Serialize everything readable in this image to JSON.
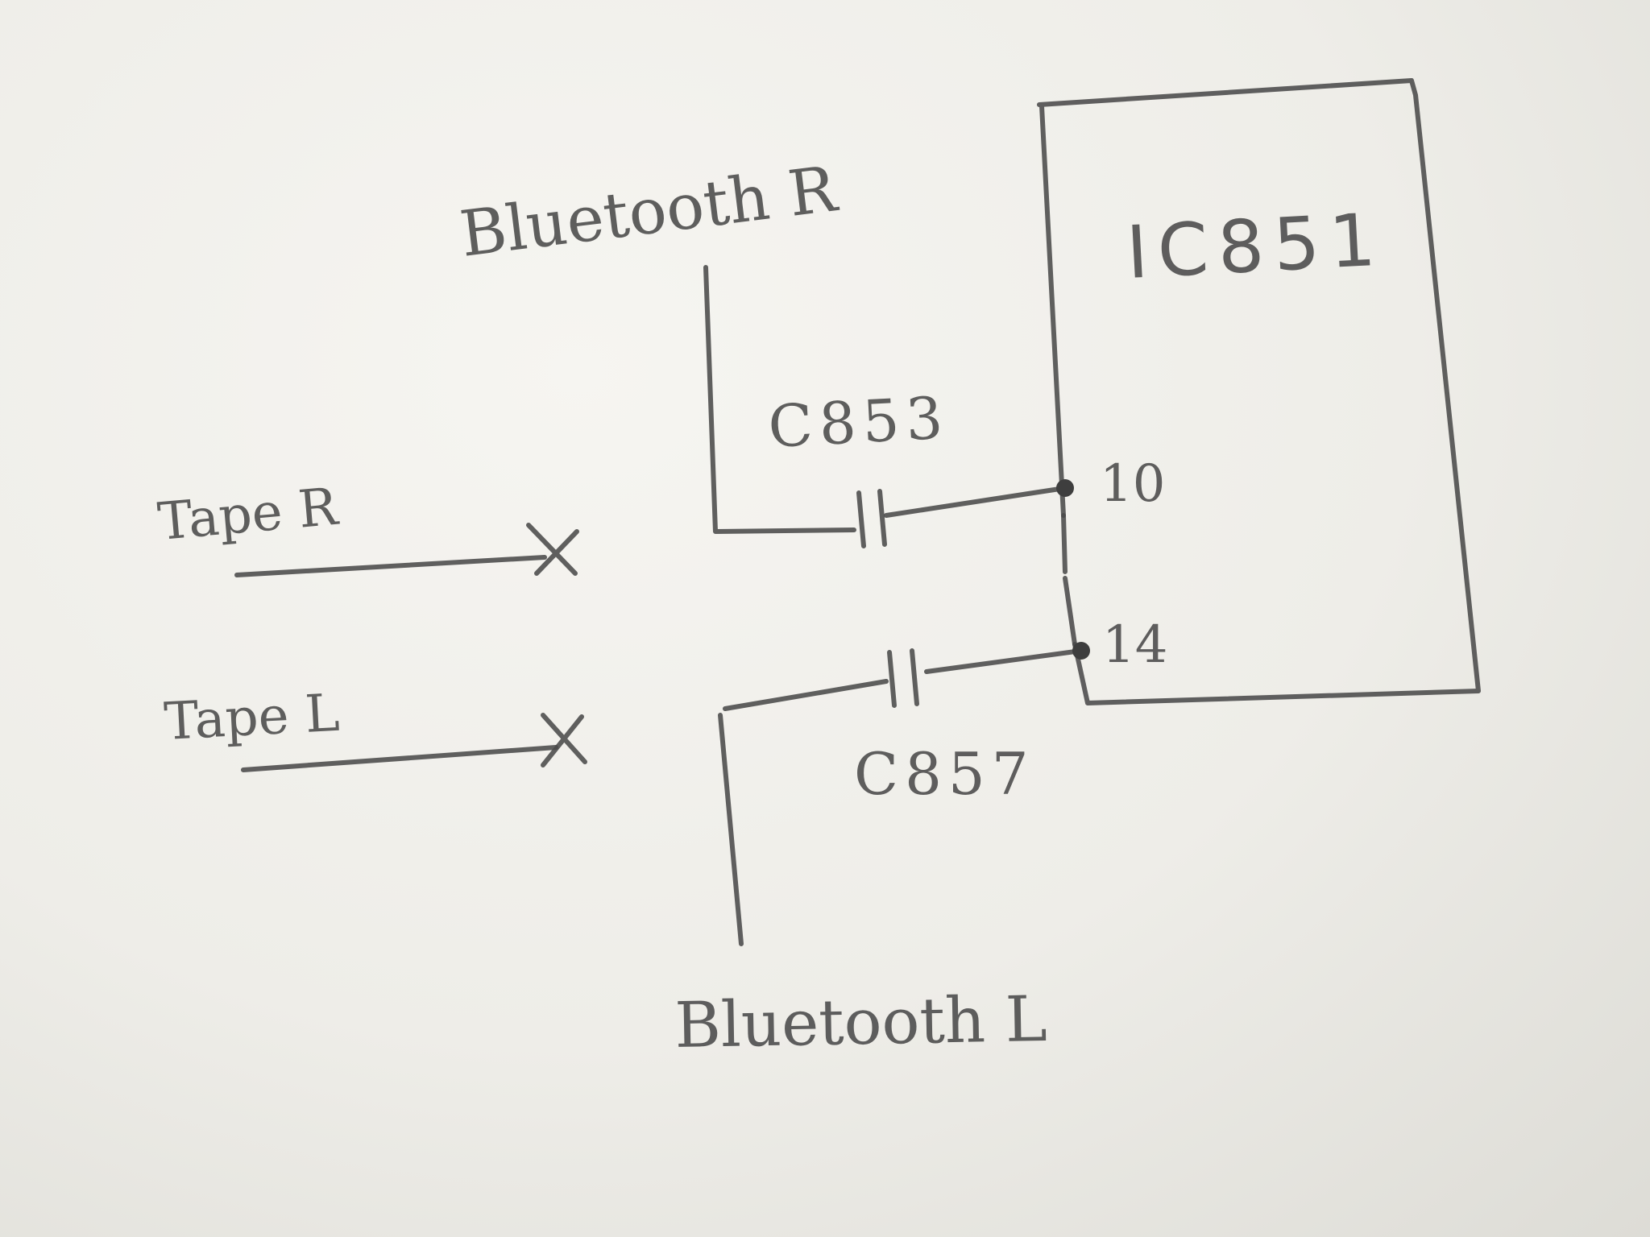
{
  "labels": {
    "bluetooth_r": "Bluetooth R",
    "bluetooth_l": "Bluetooth L",
    "tape_r": "Tape R",
    "tape_l": "Tape L",
    "c853": "C853",
    "c857": "C857",
    "ic": "IC851",
    "pin_10": "10",
    "pin_14": "14"
  },
  "colors": {
    "paper": "#efeeea",
    "pencil": "#4a4a4a"
  }
}
